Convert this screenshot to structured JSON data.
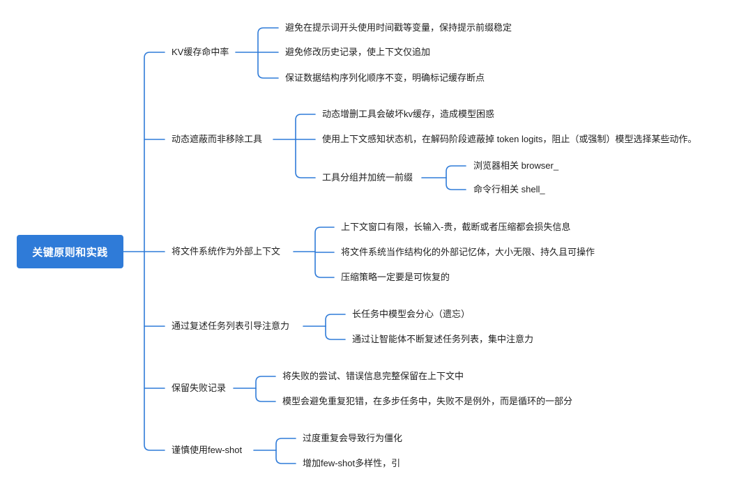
{
  "root": "关键原则和实践",
  "branches": [
    {
      "label": "KV缓存命中率",
      "items": [
        {
          "label": "避免在提示词开头使用时间戳等变量，保持提示前缀稳定"
        },
        {
          "label": "避免修改历史记录，使上下文仅追加"
        },
        {
          "label": "保证数据结构序列化顺序不变，明确标记缓存断点"
        }
      ]
    },
    {
      "label": "动态遮蔽而非移除工具",
      "items": [
        {
          "label": "动态增删工具会破坏kv缓存，造成模型困惑"
        },
        {
          "label": "使用上下文感知状态机，在解码阶段遮蔽掉 token logits，阻止（或强制）模型选择某些动作。"
        },
        {
          "label": "工具分组并加统一前缀",
          "children": [
            "浏览器相关 browser_",
            "命令行相关 shell_"
          ]
        }
      ]
    },
    {
      "label": "将文件系统作为外部上下文",
      "items": [
        {
          "label": "上下文窗口有限，长输入-贵，截断或者压缩都会损失信息"
        },
        {
          "label": "将文件系统当作结构化的外部记忆体，大小无限、持久且可操作"
        },
        {
          "label": "压缩策略一定要是可恢复的"
        }
      ]
    },
    {
      "label": "通过复述任务列表引导注意力",
      "items": [
        {
          "label": "长任务中模型会分心（遗忘）"
        },
        {
          "label": "通过让智能体不断复述任务列表，集中注意力"
        }
      ]
    },
    {
      "label": "保留失败记录",
      "items": [
        {
          "label": "将失败的尝试、错误信息完整保留在上下文中"
        },
        {
          "label": "模型会避免重复犯错，在多步任务中，失败不是例外，而是循环的一部分"
        }
      ]
    },
    {
      "label": "谨慎使用few-shot",
      "items": [
        {
          "label": "过度重复会导致行为僵化"
        },
        {
          "label": "增加few-shot多样性，引"
        }
      ]
    }
  ],
  "colors": {
    "accent": "#2f7bd8",
    "line": "#2f7bd8",
    "text": "#1f1f1f"
  }
}
